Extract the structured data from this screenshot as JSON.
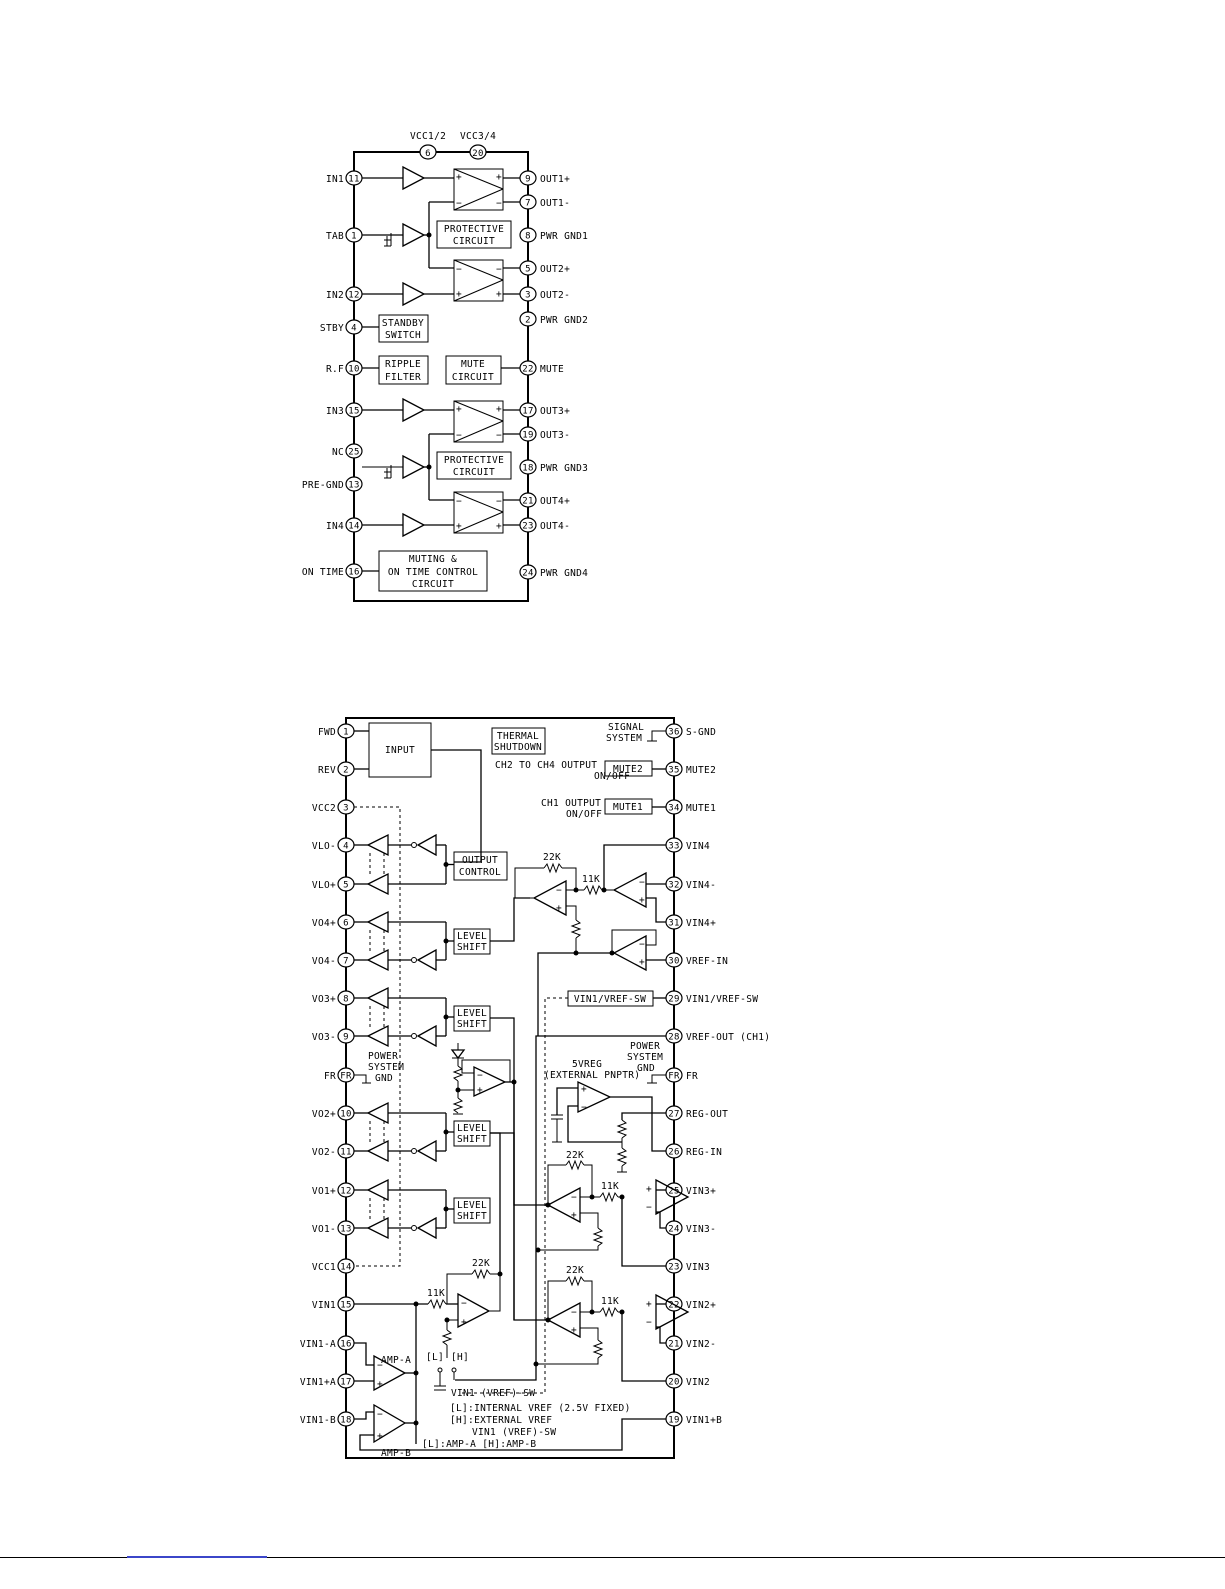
{
  "diagram1": {
    "top_pins": [
      {
        "num": "6",
        "label": "VCC1/2"
      },
      {
        "num": "20",
        "label": "VCC3/4"
      }
    ],
    "left_pins": [
      {
        "num": "11",
        "label": "IN1"
      },
      {
        "num": "1",
        "label": "TAB"
      },
      {
        "num": "12",
        "label": "IN2"
      },
      {
        "num": "4",
        "label": "STBY"
      },
      {
        "num": "10",
        "label": "R.F"
      },
      {
        "num": "15",
        "label": "IN3"
      },
      {
        "num": "25",
        "label": "NC"
      },
      {
        "num": "13",
        "label": "PRE-GND"
      },
      {
        "num": "14",
        "label": "IN4"
      },
      {
        "num": "16",
        "label": "ON TIME"
      }
    ],
    "right_pins": [
      {
        "num": "9",
        "label": "OUT1+"
      },
      {
        "num": "7",
        "label": "OUT1-"
      },
      {
        "num": "8",
        "label": "PWR GND1"
      },
      {
        "num": "5",
        "label": "OUT2+"
      },
      {
        "num": "3",
        "label": "OUT2-"
      },
      {
        "num": "2",
        "label": "PWR GND2"
      },
      {
        "num": "22",
        "label": "MUTE"
      },
      {
        "num": "17",
        "label": "OUT3+"
      },
      {
        "num": "19",
        "label": "OUT3-"
      },
      {
        "num": "18",
        "label": "PWR GND3"
      },
      {
        "num": "21",
        "label": "OUT4+"
      },
      {
        "num": "23",
        "label": "OUT4-"
      },
      {
        "num": "24",
        "label": "PWR GND4"
      }
    ],
    "blocks": {
      "protective_1": [
        "PROTECTIVE",
        "CIRCUIT"
      ],
      "standby": [
        "STANDBY",
        "SWITCH"
      ],
      "ripple": [
        "RIPPLE",
        "FILTER"
      ],
      "mute": [
        "MUTE",
        "CIRCUIT"
      ],
      "protective_2": [
        "PROTECTIVE",
        "CIRCUIT"
      ],
      "muting": [
        "MUTING &",
        "ON TIME CONTROL",
        "CIRCUIT"
      ]
    }
  },
  "diagram2": {
    "left_pins": [
      {
        "num": "1",
        "label": "FWD"
      },
      {
        "num": "2",
        "label": "REV"
      },
      {
        "num": "3",
        "label": "VCC2"
      },
      {
        "num": "4",
        "label": "VLO-"
      },
      {
        "num": "5",
        "label": "VLO+"
      },
      {
        "num": "6",
        "label": "VO4+"
      },
      {
        "num": "7",
        "label": "VO4-"
      },
      {
        "num": "8",
        "label": "VO3+"
      },
      {
        "num": "9",
        "label": "VO3-"
      },
      {
        "num": "FR",
        "label": "FR"
      },
      {
        "num": "10",
        "label": "VO2+"
      },
      {
        "num": "11",
        "label": "VO2-"
      },
      {
        "num": "12",
        "label": "VO1+"
      },
      {
        "num": "13",
        "label": "VO1-"
      },
      {
        "num": "14",
        "label": "VCC1"
      },
      {
        "num": "15",
        "label": "VIN1"
      },
      {
        "num": "16",
        "label": "VIN1-A"
      },
      {
        "num": "17",
        "label": "VIN1+A"
      },
      {
        "num": "18",
        "label": "VIN1-B"
      }
    ],
    "right_pins": [
      {
        "num": "36",
        "label": "S-GND"
      },
      {
        "num": "35",
        "label": "MUTE2"
      },
      {
        "num": "34",
        "label": "MUTE1"
      },
      {
        "num": "33",
        "label": "VIN4"
      },
      {
        "num": "32",
        "label": "VIN4-"
      },
      {
        "num": "31",
        "label": "VIN4+"
      },
      {
        "num": "30",
        "label": "VREF-IN"
      },
      {
        "num": "29",
        "label": "VIN1/VREF-SW"
      },
      {
        "num": "28",
        "label": "VREF-OUT (CH1)"
      },
      {
        "num": "FR",
        "label": "FR"
      },
      {
        "num": "27",
        "label": "REG-OUT"
      },
      {
        "num": "26",
        "label": "REG-IN"
      },
      {
        "num": "25",
        "label": "VIN3+"
      },
      {
        "num": "24",
        "label": "VIN3-"
      },
      {
        "num": "23",
        "label": "VIN3"
      },
      {
        "num": "22",
        "label": "VIN2+"
      },
      {
        "num": "21",
        "label": "VIN2-"
      },
      {
        "num": "20",
        "label": "VIN2"
      },
      {
        "num": "19",
        "label": "VIN1+B"
      }
    ],
    "blocks": {
      "input": "INPUT",
      "thermal": [
        "THERMAL",
        "SHUTDOWN"
      ],
      "mute2": "MUTE2",
      "mute1": "MUTE1",
      "output_control": [
        "OUTPUT",
        "CONTROL"
      ],
      "level_shift": [
        "LEVEL",
        "SHIFT"
      ],
      "vin1_vref_sw": "VIN1/VREF-SW"
    },
    "labels": {
      "signal_system": [
        "SIGNAL",
        "SYSTEM"
      ],
      "ch2_ch4": [
        "CH2 TO CH4  OUTPUT",
        "ON/OFF"
      ],
      "ch1": [
        "CH1 OUTPUT",
        "ON/OFF"
      ],
      "power_gnd_left": [
        "POWER",
        "SYSTEM",
        "GND"
      ],
      "power_gnd_right": [
        "POWER",
        "SYSTEM",
        "GND"
      ],
      "sreg": [
        "5VREG",
        "(EXTERNAL PNPTR)"
      ],
      "r22k": "22K",
      "r11k": "11K",
      "amp_a": "AMP-A",
      "amp_b": "AMP-B",
      "sw_l": "[L]",
      "sw_h": "[H]",
      "sw_label": "VIN1 (VREF)-SW",
      "note_1": "[L]:INTERNAL VREF (2.5V FIXED)",
      "note_2": "[H]:EXTERNAL VREF",
      "note_3": "VIN1 (VREF)-SW",
      "note_4": "[L]:AMP-A     [H]:AMP-B"
    }
  }
}
